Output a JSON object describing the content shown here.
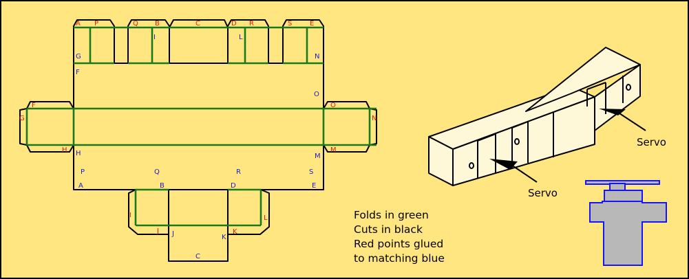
{
  "colors": {
    "background": "#ffe680",
    "fold": "#1a7a1a",
    "cut": "#000000",
    "glue_point": "#e01b1b",
    "match_point": "#1c1cc8",
    "box_face": "#fff8d8",
    "servo_fill": "#b8b8b8",
    "servo_outline": "#1414ff"
  },
  "legend": {
    "line1": "Folds in green",
    "line2": "Cuts in black",
    "line3": "Red points glued",
    "line4": "to matching blue"
  },
  "callouts": {
    "servo_right": "Servo",
    "servo_left": "Servo"
  },
  "points": {
    "top_red": [
      "A",
      "P",
      "Q",
      "B",
      "D",
      "R",
      "S",
      "E"
    ],
    "top_c": "C",
    "top_blue": [
      "I",
      "L",
      "G",
      "N",
      "F",
      "O"
    ],
    "left_side": [
      "F",
      "G",
      "H"
    ],
    "right_side": [
      "O",
      "N",
      "M"
    ],
    "inner_blue_h": "H",
    "inner_blue_m": "M",
    "row_blue_upper": [
      "P",
      "Q",
      "R",
      "S"
    ],
    "row_blue_lower": [
      "A",
      "B",
      "D",
      "E"
    ],
    "bottom": {
      "I": "I",
      "J_red": "J",
      "J_blue": "J",
      "K_blue": "K",
      "K_red": "K",
      "L": "L",
      "C": "C"
    }
  }
}
